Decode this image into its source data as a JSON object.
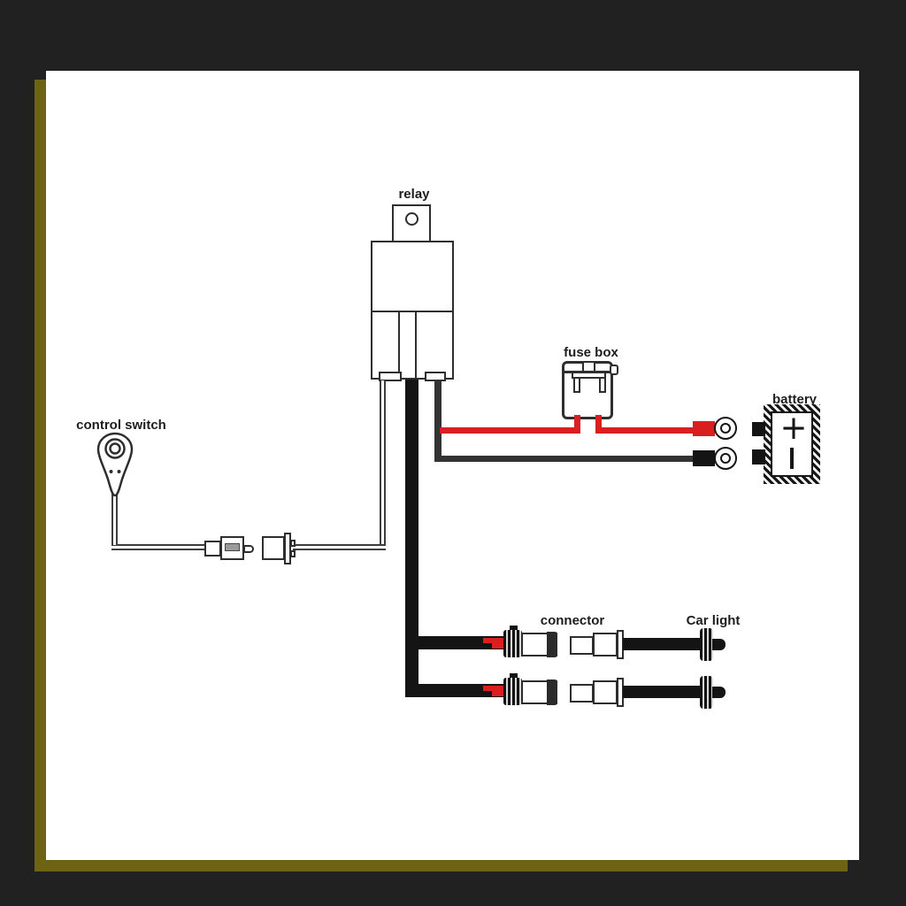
{
  "colors": {
    "background": "#212121",
    "sheet": "#ffffff",
    "gold_border": "#6e6215",
    "wire_red": "#d91f1f",
    "wire_black": "#141414",
    "wire_gray": "#3d3d3d",
    "line": "#2e2e2e",
    "label_text": "#1d1d1d"
  },
  "labels": {
    "relay": "relay",
    "fuse_box": "fuse box",
    "battery": "battery",
    "control_switch": "control switch",
    "connector": "connector",
    "car_light": "Car light",
    "battery_positive": "+",
    "battery_negative": "−"
  },
  "diagram": {
    "type": "wiring-diagram",
    "components": [
      "relay",
      "fuse box",
      "battery",
      "control switch",
      "bullet connector pair",
      "connector pairs (2)",
      "car lights (2)"
    ],
    "wires": [
      {
        "color": "red",
        "route": "relay to fuse box to battery positive ring terminal"
      },
      {
        "color": "black",
        "route": "relay to battery negative ring terminal"
      },
      {
        "color": "black-thick",
        "route": "relay down and branching to two car light connectors"
      },
      {
        "color": "gray-thin",
        "route": "relay to bullet connector to control switch"
      }
    ]
  }
}
